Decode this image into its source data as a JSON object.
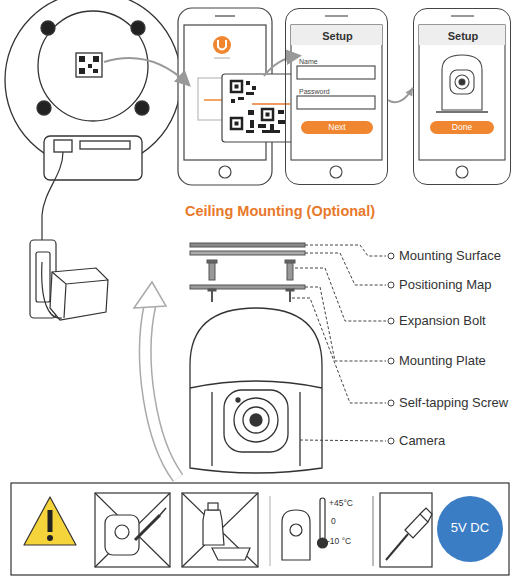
{
  "diagram": {
    "title": "Ceiling Mounting (Optional)",
    "nodes": [
      {
        "text": [
          "Setup",
          "Name",
          "Password"
        ]
      },
      {
        "text": [
          "Next"
        ],
        "in": 0
      },
      {
        "text": [
          "Setup"
        ]
      },
      {
        "text": [
          "Done"
        ],
        "in": 2
      },
      {
        "text": [
          "5V DC"
        ]
      }
    ],
    "edges": [
      {
        "from": 0,
        "to": 2,
        "arrow": "to"
      }
    ],
    "labels": [
      "Mounting Surface",
      "Positioning Map",
      "Expansion Bolt",
      "Mounting Plate",
      "Self-tapping Screw",
      "Camera",
      "+45°C",
      "0",
      "-10 °C"
    ]
  }
}
